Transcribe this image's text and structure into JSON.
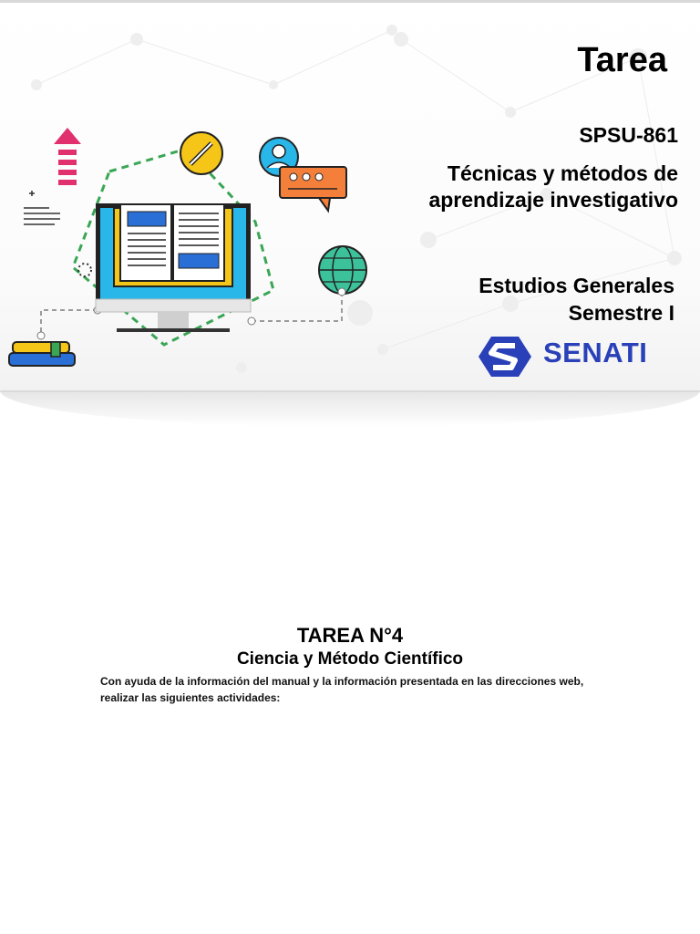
{
  "cover": {
    "title": "Tarea",
    "course_code": "SPSU-861",
    "course_name_line1": "Técnicas y métodos de",
    "course_name_line2": "aprendizaje investigativo",
    "program_line1": "Estudios Generales",
    "program_line2": "Semestre I",
    "logo_text": "SENATI"
  },
  "task": {
    "heading": "TAREA N°4",
    "subheading": "Ciencia y Método Científico",
    "instruction_line1": "Con ayuda de la información del manual y la información presentada en las direcciones web,",
    "instruction_line2": "realizar las siguientes actividades:"
  },
  "colors": {
    "brand_blue": "#2a40b8",
    "accent_green": "#3aa655",
    "accent_yellow": "#f5c518",
    "accent_cyan": "#29b6e8",
    "accent_orange": "#f47f3a",
    "accent_pink": "#e0316e"
  },
  "icons": [
    "arrow-up-icon",
    "pencil-icon",
    "user-icon",
    "chat-bubble-icon",
    "globe-icon",
    "open-book-monitor-icon",
    "books-stack-icon",
    "text-lines-icon"
  ]
}
